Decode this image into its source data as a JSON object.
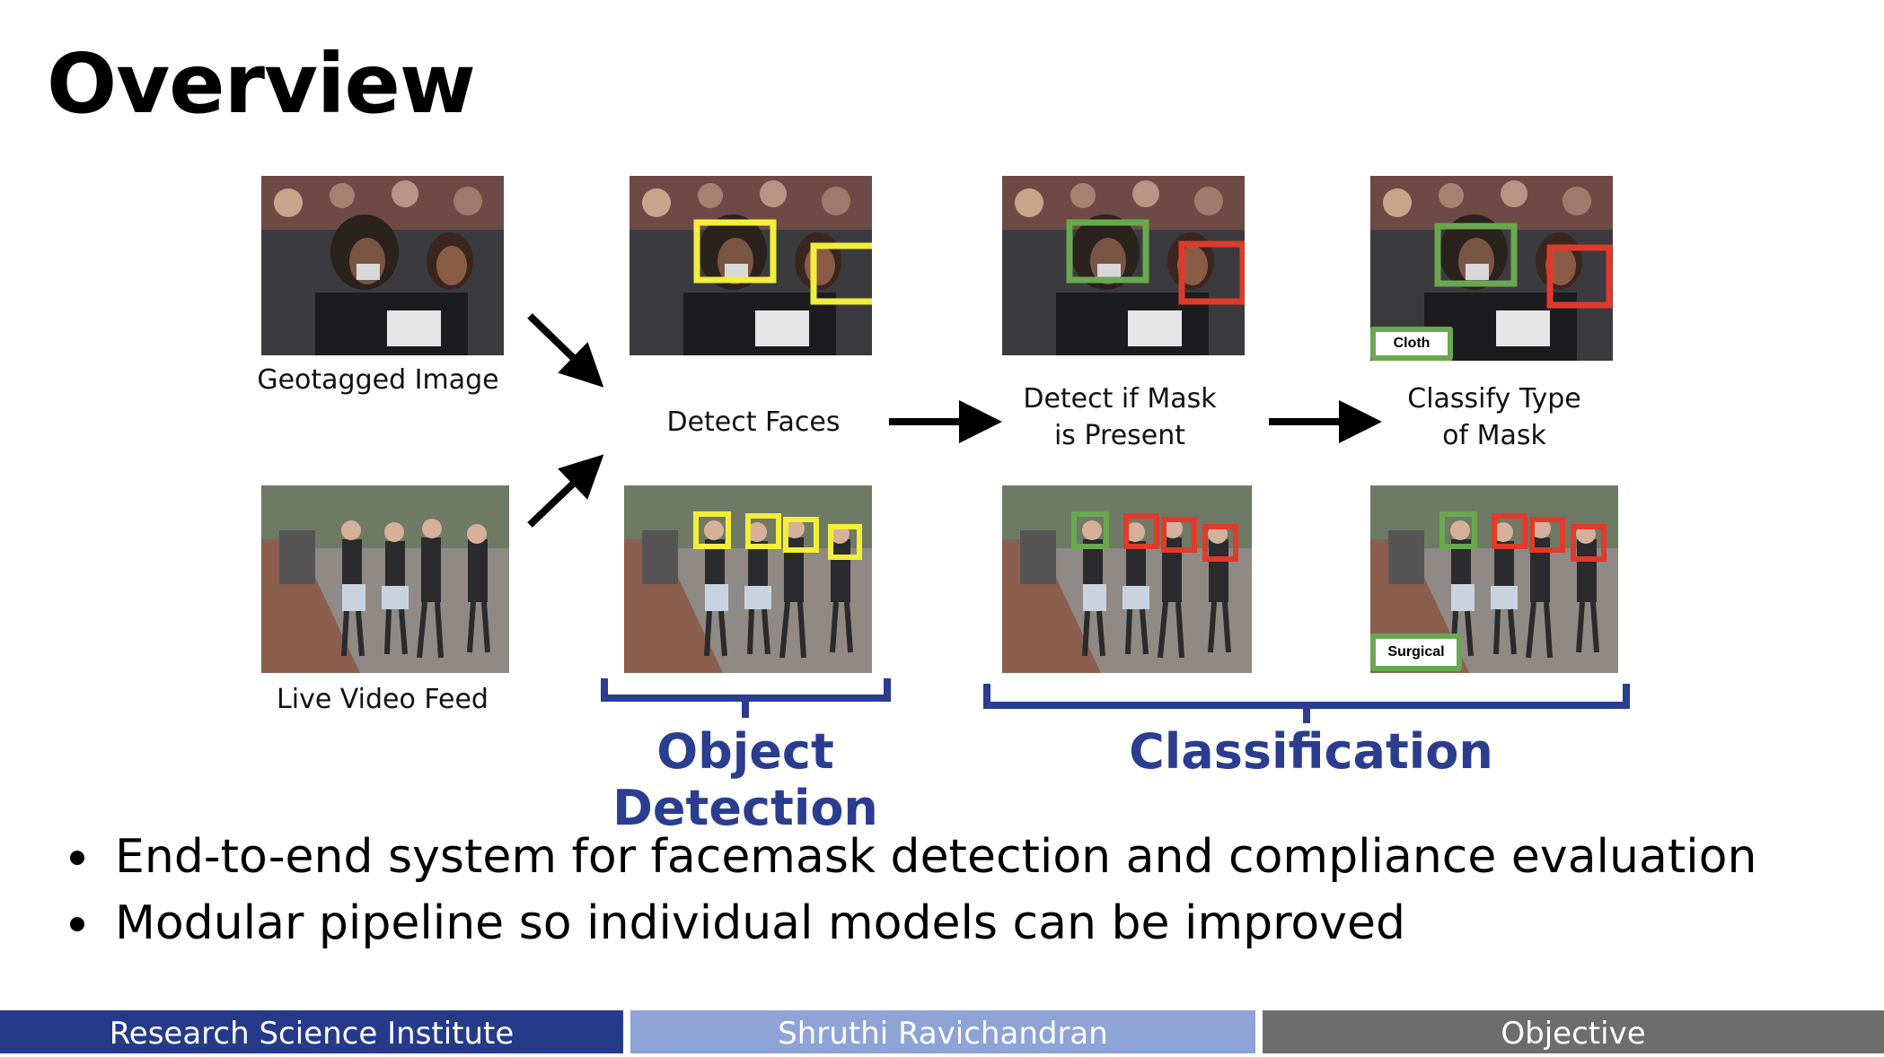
{
  "slide": {
    "title": "Overview"
  },
  "pipeline": {
    "inputs": {
      "image_caption": "Geotagged Image",
      "video_caption": "Live Video Feed"
    },
    "steps": {
      "detect_faces": "Detect Faces",
      "detect_mask_line1": "Detect if Mask",
      "detect_mask_line2": "is Present",
      "classify_line1": "Classify Type",
      "classify_line2": "of Mask"
    },
    "tags": {
      "cloth": "Cloth",
      "surgical": "Surgical"
    },
    "sections": {
      "object_detection": "Object Detection",
      "classification": "Classification"
    },
    "colors": {
      "detect_box": "#f2ee3a",
      "mask_box": "#6aa84f",
      "no_mask_box": "#e03a2a",
      "section_blue": "#2a3d8f"
    }
  },
  "bullets": [
    "End-to-end system for facemask detection and compliance evaluation",
    "Modular pipeline so individual models can be improved"
  ],
  "footer": {
    "institute": "Research Science Institute",
    "author": "Shruthi Ravichandran",
    "section": "Objective",
    "colors": [
      "#263a8a",
      "#8ea3d6",
      "#6d6d6d"
    ]
  }
}
